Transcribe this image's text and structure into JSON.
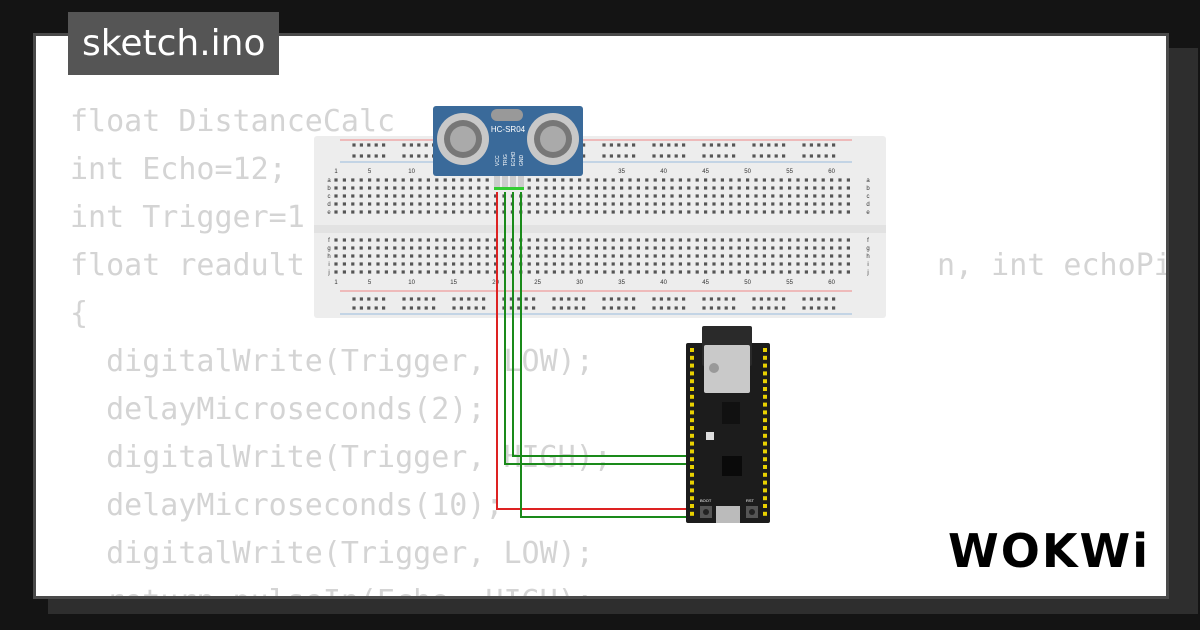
{
  "title": "sketch.ino",
  "brand": "WOKWi",
  "code_lines": [
    "float DistanceCalc",
    "int Echo=12;",
    "int Trigger=1",
    "float readult                                   n, int echoPin",
    "{",
    "  digitalWrite(Trigger, LOW);",
    "  delayMicroseconds(2);",
    "  digitalWrite(Trigger, HIGH);",
    "  delayMicroseconds(10);",
    "  digitalWrite(Trigger, LOW);",
    "  return pulseIn(Echo, HIGH);"
  ],
  "sensor": {
    "model": "HC-SR04",
    "pins": [
      "VCC",
      "TRIG",
      "ECHO",
      "GND"
    ]
  },
  "breadboard": {
    "col_numbers": [
      "1",
      "5",
      "10",
      "15",
      "20",
      "25",
      "30",
      "35",
      "40",
      "45",
      "50",
      "55",
      "60"
    ],
    "row_letters_top": [
      "a",
      "b",
      "c",
      "d",
      "e"
    ],
    "row_letters_bottom": [
      "f",
      "g",
      "h",
      "i",
      "j"
    ]
  },
  "board": {
    "boot_label": "BOOT",
    "rst_label": "RST"
  },
  "colors": {
    "wire_red": "#d22",
    "wire_green": "#1a8a1a",
    "sensor_blue": "#3a6a9a",
    "board_black": "#1c1c1c",
    "pin_gold": "#e8d000"
  }
}
